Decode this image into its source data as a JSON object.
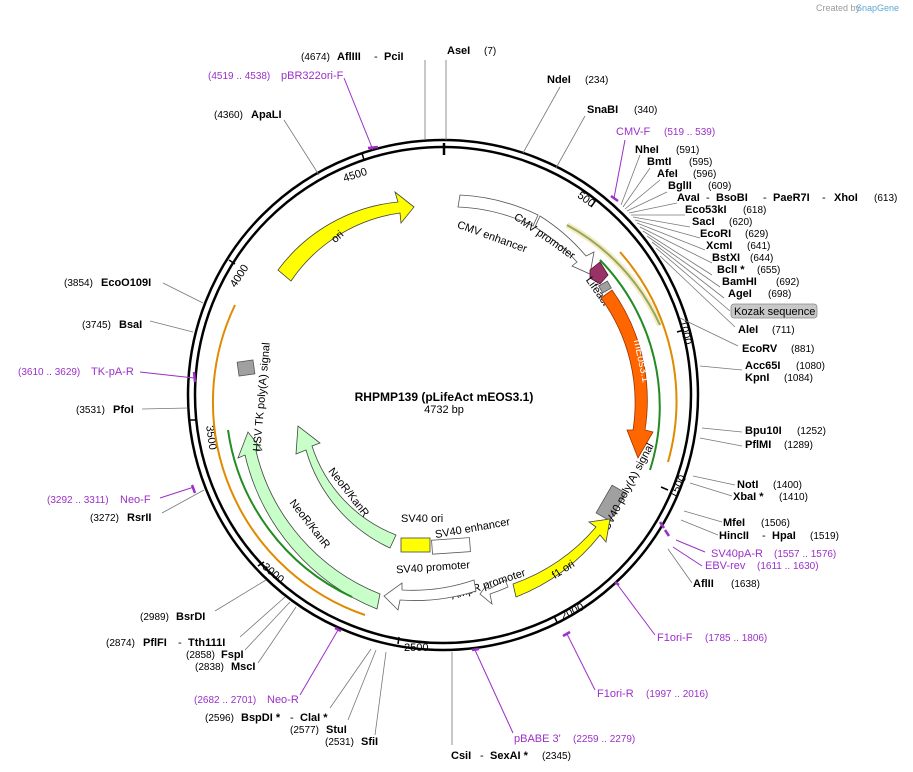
{
  "credit": {
    "created_by": "Created by",
    "brand": "SnapGene"
  },
  "plasmid": {
    "name": "RHPMP139 (pLifeAct mEOS3.1)",
    "length": "4732 bp"
  },
  "ticks": [
    "500",
    "1000",
    "1500",
    "2000",
    "2500",
    "3000",
    "3500",
    "4000",
    "4500"
  ],
  "enzymes": {
    "afliii_pos": "(4674)",
    "afliii": "AflIII",
    "pcii": "PciI",
    "asei": "AseI",
    "asei_pos": "(7)",
    "ndei": "NdeI",
    "ndei_pos": "(234)",
    "snabi": "SnaBI",
    "snabi_pos": "(340)",
    "nhei": "NheI",
    "nhei_pos": "(591)",
    "bmti": "BmtI",
    "bmti_pos": "(595)",
    "afei": "AfeI",
    "afei_pos": "(596)",
    "bglii": "BglII",
    "bglii_pos": "(609)",
    "avai": "AvaI",
    "bsobi": "BsoBI",
    "paer7i": "PaeR7I",
    "xhoi": "XhoI",
    "xhoi_pos": "(613)",
    "eco53ki": "Eco53kI",
    "eco53ki_pos": "(618)",
    "saci": "SacI",
    "saci_pos": "(620)",
    "ecori": "EcoRI",
    "ecori_pos": "(629)",
    "xcmi": "XcmI",
    "xcmi_pos": "(641)",
    "bstxi": "BstXI",
    "bstxi_pos": "(644)",
    "bcli": "BclI *",
    "bcli_pos": "(655)",
    "bamhi": "BamHI",
    "bamhi_pos": "(692)",
    "agei": "AgeI",
    "agei_pos": "(698)",
    "alei": "AleI",
    "alei_pos": "(711)",
    "ecorv": "EcoRV",
    "ecorv_pos": "(881)",
    "acc65i": "Acc65I",
    "acc65i_pos": "(1080)",
    "kpni": "KpnI",
    "kpni_pos": "(1084)",
    "bpu10i": "Bpu10I",
    "bpu10i_pos": "(1252)",
    "pflmi": "PflMI",
    "pflmi_pos": "(1289)",
    "noti": "NotI",
    "noti_pos": "(1400)",
    "xbai": "XbaI *",
    "xbai_pos": "(1410)",
    "mfei": "MfeI",
    "mfei_pos": "(1506)",
    "hincii": "HincII",
    "hpai": "HpaI",
    "hpai_pos": "(1519)",
    "aflii": "AflII",
    "aflii_pos": "(1638)",
    "csii": "CsiI",
    "sexai": "SexAI *",
    "sexai_pos": "(2345)",
    "sfii_pos": "(2531)",
    "sfii": "SfiI",
    "stui_pos": "(2577)",
    "stui": "StuI",
    "bspdi_pos": "(2596)",
    "bspdi": "BspDI *",
    "clai": "ClaI *",
    "msci_pos": "(2838)",
    "msci": "MscI",
    "fspi_pos": "(2858)",
    "fspi": "FspI",
    "pflfi_pos": "(2874)",
    "pflfi": "PflFI",
    "tth111i": "Tth111I",
    "bsrdi_pos": "(2989)",
    "bsrdi": "BsrDI",
    "rsrii_pos": "(3272)",
    "rsrii": "RsrII",
    "pfoi_pos": "(3531)",
    "pfoi": "PfoI",
    "bsai_pos": "(3745)",
    "bsai": "BsaI",
    "eco0109i_pos": "(3854)",
    "eco0109i": "EcoO109I",
    "apali_pos": "(4360)",
    "apali": "ApaLI"
  },
  "primers": {
    "pbr322_pos": "(4519 .. 4538)",
    "pbr322": "pBR322ori-F",
    "cmvf": "CMV-F",
    "cmvf_pos": "(519 .. 539)",
    "tkpar_pos": "(3610 .. 3629)",
    "tkpar": "TK-pA-R",
    "neof_pos": "(3292 .. 3311)",
    "neof": "Neo-F",
    "sv40par": "SV40pA-R",
    "sv40par_pos": "(1557 .. 1576)",
    "ebvrev": "EBV-rev",
    "ebvrev_pos": "(1611 .. 1630)",
    "f1orif": "F1ori-F",
    "f1orif_pos": "(1785 .. 1806)",
    "f1orir": "F1ori-R",
    "f1orir_pos": "(1997 .. 2016)",
    "pbabe": "pBABE 3'",
    "pbabe_pos": "(2259 .. 2279)",
    "neor_pos": "(2682 .. 2701)",
    "neor": "Neo-R"
  },
  "features": {
    "ori": "ori",
    "cmv_enhancer": "CMV enhancer",
    "cmv_promoter": "CMV promoter",
    "lifeact": "Lifeact",
    "kozak": "Kozak sequence",
    "meos": "mEos3.1",
    "sv40pa": "SV40 poly(A) signal",
    "f1ori": "f1 ori",
    "ampr_promoter": "AmpR promoter",
    "sv40_promoter": "SV40 promoter",
    "sv40_ori": "SV40 ori",
    "sv40_enhancer": "SV40 enhancer",
    "neokanr_inner": "NeoR/KanR",
    "neokanr_outer": "NeoR/KanR",
    "hsvtk": "HSV TK poly(A) signal"
  },
  "colors": {
    "backbone": "#000000",
    "ori": "#ffff00",
    "meos": "#ff6600",
    "lifeact": "#993366",
    "neo": "#c8ffc8",
    "orf_orange": "#f5b041",
    "orf_green": "#228b22",
    "primer": "#9b30c8",
    "grey_feature": "#a0a0a0"
  }
}
